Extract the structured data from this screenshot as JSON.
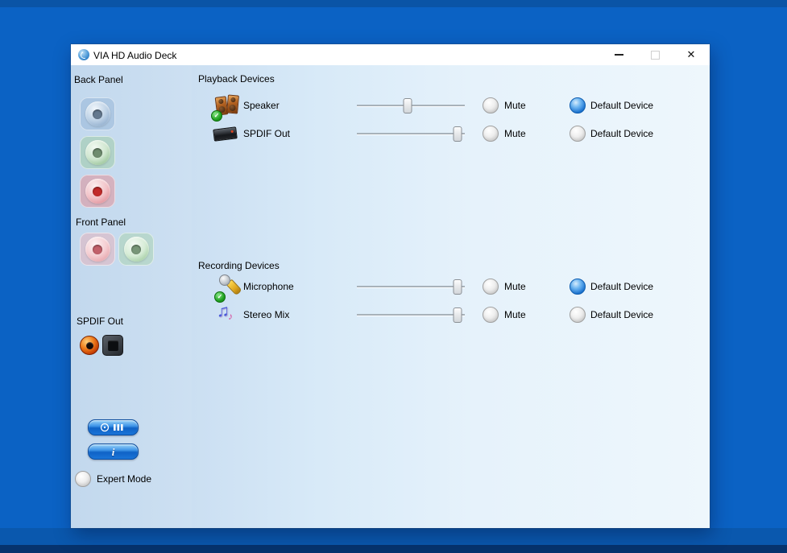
{
  "colors": {
    "desktop": "#0b62c4",
    "desktop_top_band": "#0a54a6",
    "desktop_bottom_band": "#0a58ae",
    "desktop_bottom_dark": "#06336e",
    "selected_radio_blue": "#1c76d6",
    "pill_button_blue": "#1a74d8",
    "coax_port_red": "#c43c02"
  },
  "window": {
    "title": "VIA HD Audio Deck"
  },
  "titlebar": {
    "close_glyph": "✕"
  },
  "sidebar": {
    "back_panel_label": "Back Panel",
    "front_panel_label": "Front Panel",
    "spdif_out_label": "SPDIF Out",
    "expert_mode_label": "Expert Mode",
    "back_jacks": [
      {
        "icon": "audio-jack-blue-icon",
        "color": "#85a2c4"
      },
      {
        "icon": "audio-jack-green-icon",
        "color": "#8cb88c"
      },
      {
        "icon": "audio-jack-pink-icon",
        "color": "#d8858e"
      }
    ],
    "front_jacks": [
      {
        "icon": "audio-jack-pink-icon",
        "color": "#df99a1"
      },
      {
        "icon": "audio-jack-green-icon",
        "color": "#98c298"
      }
    ],
    "spdif_ports": [
      {
        "icon": "spdif-coaxial-port-icon",
        "color": "#c43c02"
      },
      {
        "icon": "spdif-optical-port-icon",
        "color": "#24282d"
      }
    ]
  },
  "playback": {
    "heading": "Playback Devices",
    "devices": [
      {
        "label": "Speaker",
        "icon": "speaker-icon",
        "volume": 47,
        "mute_label": "Mute",
        "default_label": "Default Device",
        "is_default": true
      },
      {
        "label": "SPDIF Out",
        "icon": "spdif-device-icon",
        "volume": 93,
        "mute_label": "Mute",
        "default_label": "Default Device",
        "is_default": false
      }
    ]
  },
  "recording": {
    "heading": "Recording Devices",
    "devices": [
      {
        "label": "Microphone",
        "icon": "microphone-icon",
        "volume": 93,
        "mute_label": "Mute",
        "default_label": "Default Device",
        "is_default": true
      },
      {
        "label": "Stereo Mix",
        "icon": "stereo-mix-icon",
        "volume": 93,
        "mute_label": "Mute",
        "default_label": "Default Device",
        "is_default": false
      }
    ]
  }
}
